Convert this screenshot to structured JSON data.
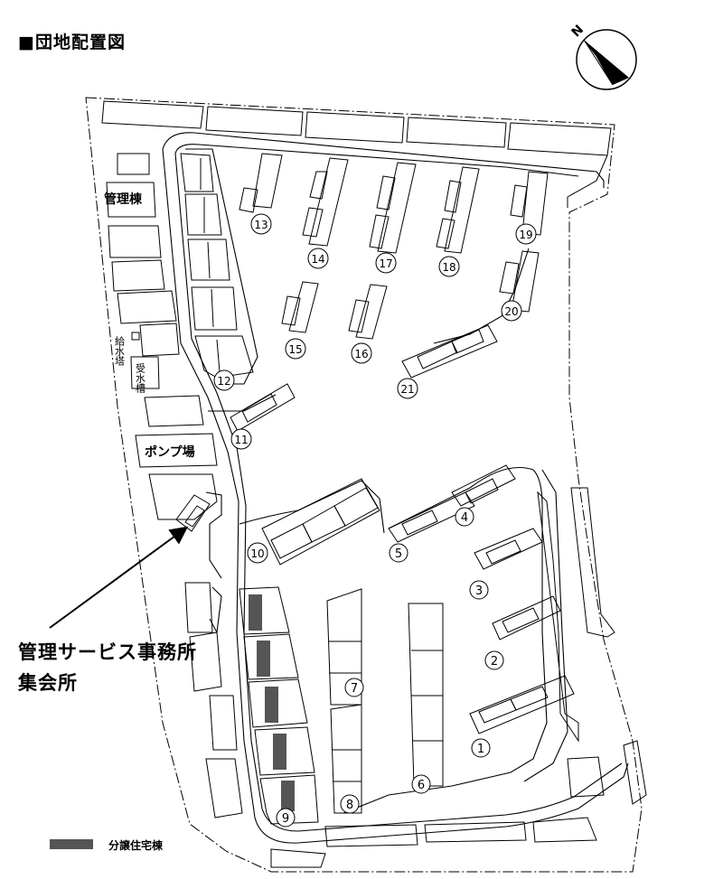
{
  "title": "■団地配置図",
  "compass_label": "N",
  "facilities": {
    "admin_building": "管理棟",
    "water_tower": "給水塔",
    "receiving_tank": "受水槽",
    "pump_house": "ポンプ場"
  },
  "callout": {
    "line1": "管理サービス事務所",
    "line2": "集会所"
  },
  "buildings": [
    "1",
    "2",
    "3",
    "4",
    "5",
    "6",
    "7",
    "8",
    "9",
    "10",
    "11",
    "12",
    "13",
    "14",
    "15",
    "16",
    "17",
    "18",
    "19",
    "20",
    "21"
  ],
  "legend": {
    "label": "分譲住宅棟",
    "color": "#555555"
  }
}
